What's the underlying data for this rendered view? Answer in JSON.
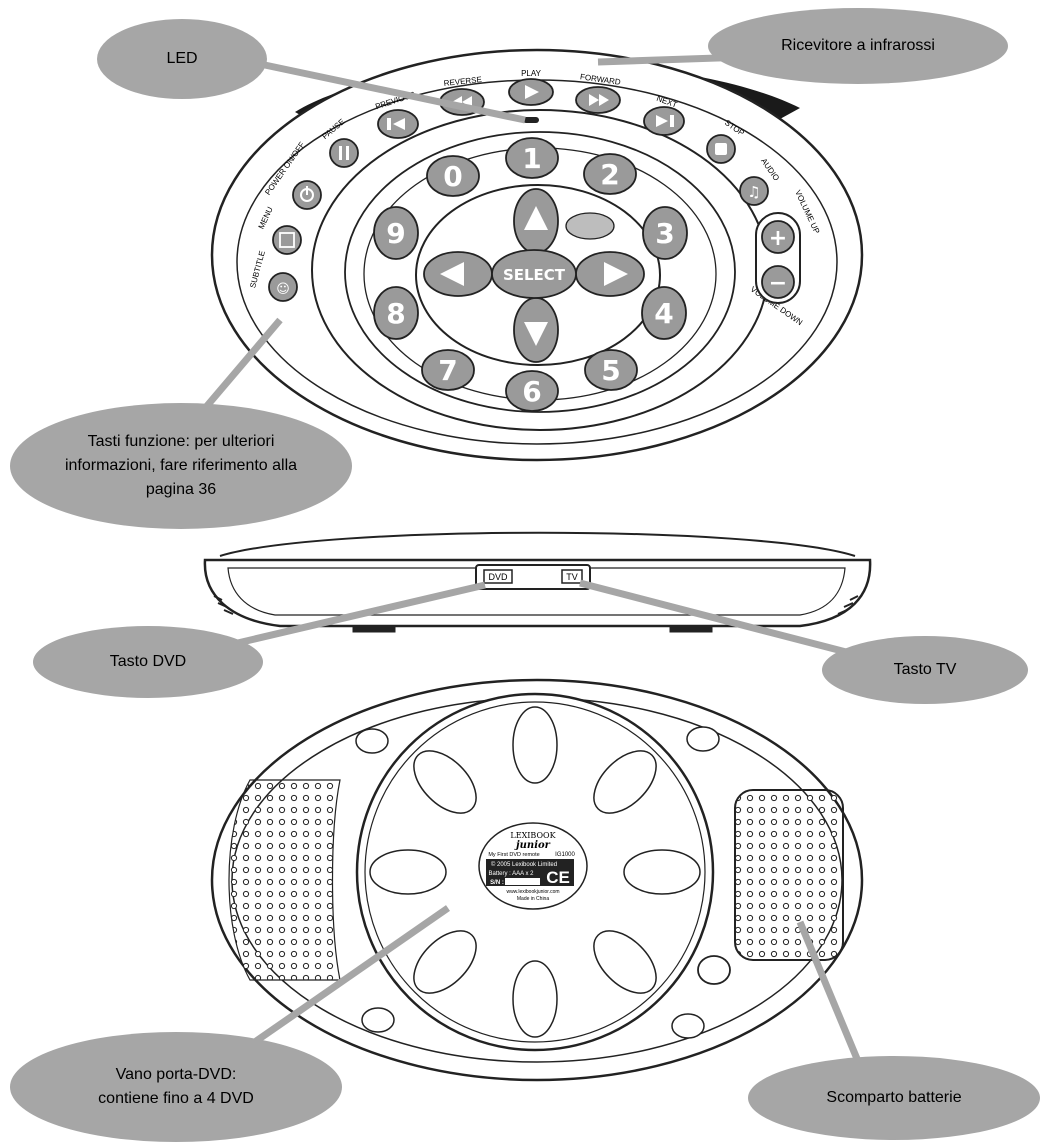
{
  "callouts": {
    "led": "LED",
    "ir_receiver": "Ricevitore a infrarossi",
    "function_keys": "Tasti funzione: per ulteriori informazioni, fare riferimento alla pagina 36",
    "dvd_key": "Tasto DVD",
    "tv_key": "Tasto TV",
    "dvd_holder": "Vano porta-DVD: contiene fino a 4 DVD",
    "battery": "Scomparto batterie"
  },
  "remote_top": {
    "buttons": {
      "reverse": "REVERSE",
      "play": "PLAY",
      "forward": "FORWARD",
      "previous": "PREVIOUS",
      "next": "NEXT",
      "pause": "PAUSE",
      "stop": "STOP",
      "power": "POWER ON/OFF",
      "audio": "AUDIO",
      "menu": "MENU",
      "subtitle": "SUBTITLE",
      "volume_up": "VOLUME UP",
      "volume_down": "VOLUME DOWN",
      "select": "SELECT"
    },
    "digits": [
      "0",
      "1",
      "2",
      "3",
      "4",
      "5",
      "6",
      "7",
      "8",
      "9"
    ]
  },
  "remote_side": {
    "dvd_switch": "DVD",
    "tv_switch": "TV"
  },
  "remote_back": {
    "label": {
      "brand": "LEXIBOOK",
      "sub_brand": "junior",
      "product": "My First DVD remote",
      "model": "IG1000",
      "copyright": "© 2005 Lexibook Limited",
      "battery": "Battery : AAA x 2",
      "serial": "S/N :",
      "ce": "CE",
      "website": "www.lexibookjunior.com",
      "origin": "Made in China"
    }
  }
}
